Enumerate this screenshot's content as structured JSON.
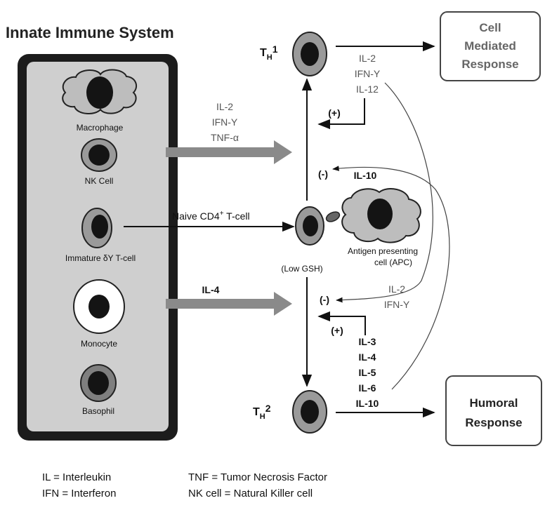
{
  "title": "Innate Immune System",
  "innate_cells": [
    {
      "label": "Macrophage"
    },
    {
      "label": "NK Cell"
    },
    {
      "label": "Immature δY T-cell"
    },
    {
      "label": "Monocyte"
    },
    {
      "label": "Basophil"
    }
  ],
  "th1": {
    "main": "T",
    "sub": "H",
    "sup": "1"
  },
  "th2": {
    "main": "T",
    "sub": "H",
    "sup": "2"
  },
  "boxes": {
    "cell_mediated": [
      "Cell",
      "Mediated",
      "Response"
    ],
    "humoral": [
      "Humoral",
      "Response"
    ]
  },
  "arrow_labels": {
    "innate_to_th1_cytokines": [
      "IL-2",
      "IFN-Y",
      "TNF-α"
    ],
    "naive": "Naive CD4",
    "naive_sup": "+",
    "naive_suffix": " T-cell",
    "il4": "IL-4"
  },
  "th1_cytokines": [
    "IL-2",
    "IFN-Y",
    "IL-12"
  ],
  "th2_cytokines": [
    "IL-3",
    "IL-4",
    "IL-5",
    "IL-6",
    "IL-10"
  ],
  "feedback_il10": "IL-10",
  "feedback_th1_to_th2": [
    "IL-2",
    "IFN-Y"
  ],
  "signs": {
    "plus": "(+)",
    "minus": "(-)"
  },
  "apc": [
    "Antigen presenting",
    "cell (APC)"
  ],
  "low_gsh": "(Low GSH)",
  "legend": [
    "IL = Interleukin",
    "IFN = Interferon",
    "TNF = Tumor Necrosis Factor",
    "NK cell = Natural Killer cell"
  ]
}
